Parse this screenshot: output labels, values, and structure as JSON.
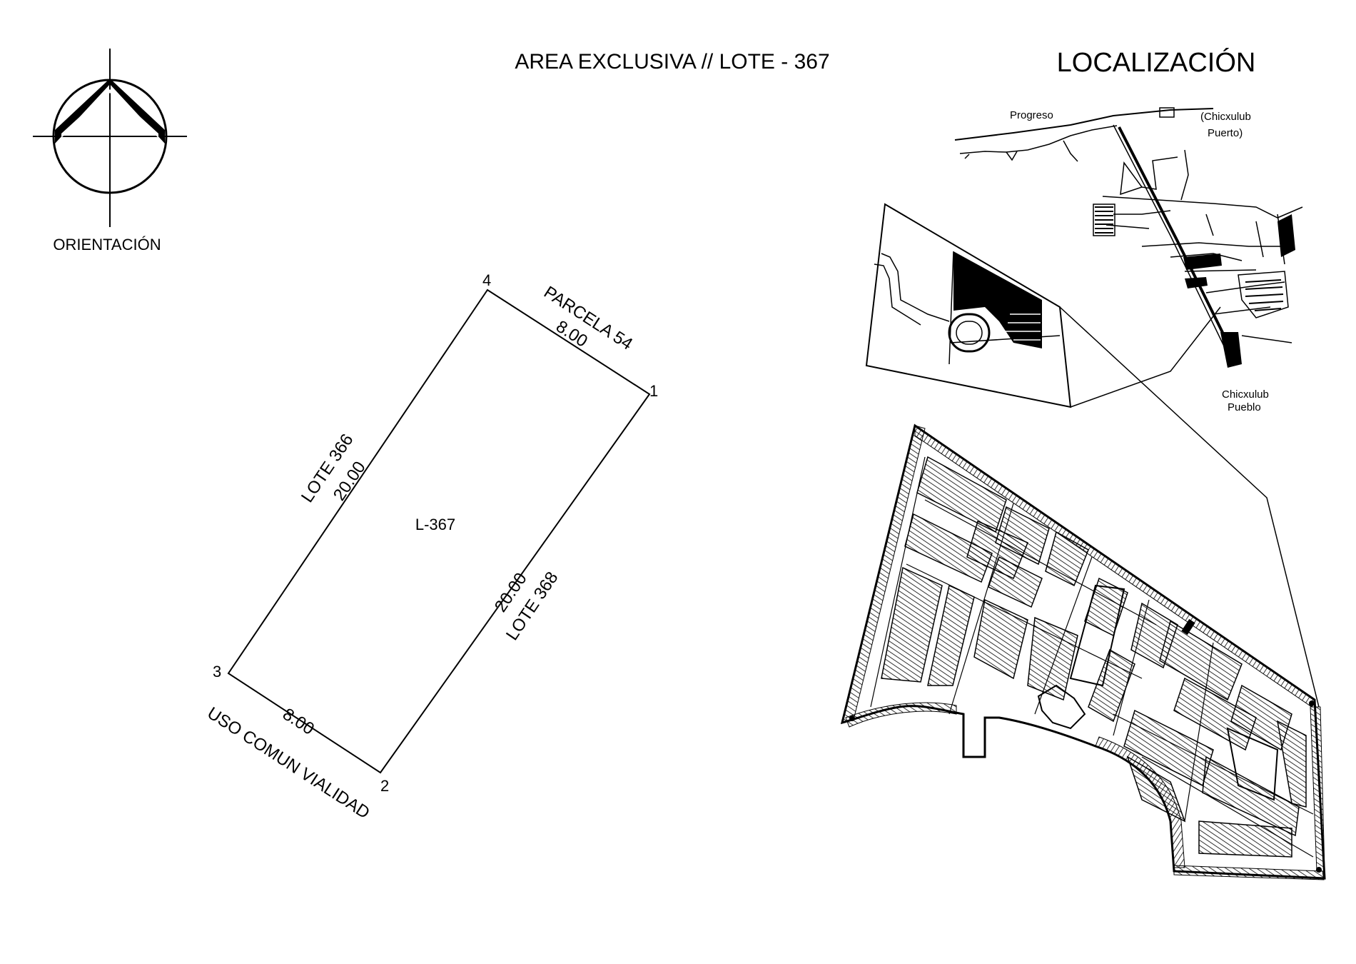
{
  "title": "AREA EXCLUSIVA // LOTE - 367",
  "location_heading": "LOCALIZACIÓN",
  "orientation_label": "ORIENTACIÓN",
  "lot": {
    "id_label": "L-367",
    "vertices": [
      "1",
      "2",
      "3",
      "4"
    ],
    "north_side": {
      "neighbor": "PARCELA 54",
      "length": "8.00"
    },
    "west_side": {
      "neighbor": "LOTE 366",
      "length": "20.00"
    },
    "east_side": {
      "neighbor": "LOTE 368",
      "length": "20.00"
    },
    "south_side": {
      "neighbor": "USO COMUN VIALIDAD",
      "length": "8.00"
    }
  },
  "map_labels": {
    "progreso": "Progreso",
    "chicxulub_puerto": [
      "(Chicxulub",
      "Puerto)"
    ],
    "chicxulub_pueblo": [
      "Chicxulub",
      "Pueblo"
    ]
  },
  "icons": [
    "north-arrow-icon"
  ],
  "colors": {
    "line": "#000000",
    "background": "#ffffff"
  }
}
